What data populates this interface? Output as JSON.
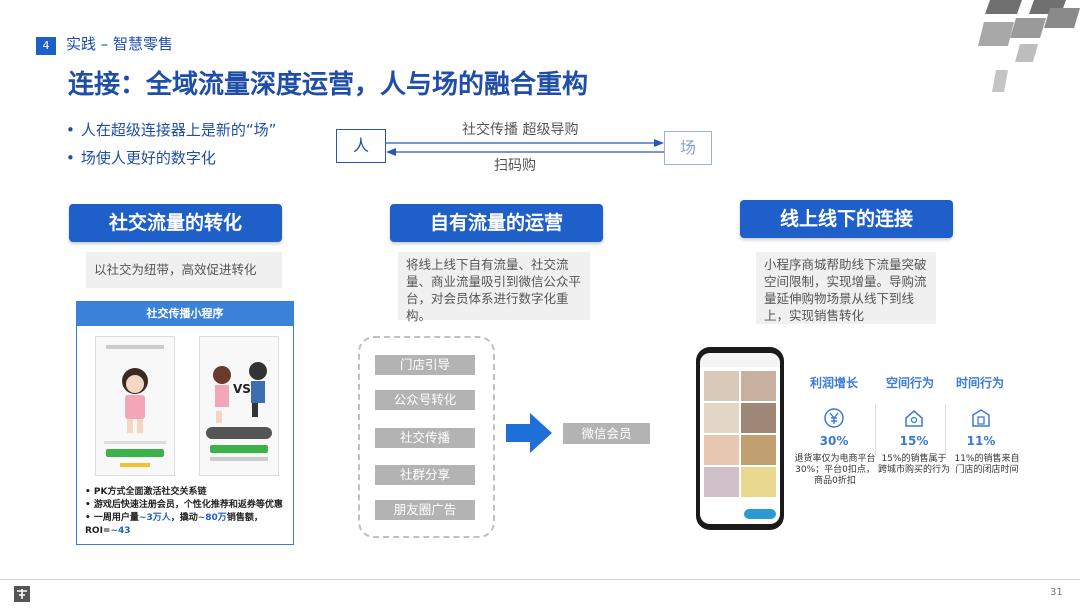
{
  "header": {
    "section_number": "4",
    "section_title": "实践 – 智慧零售",
    "title": "连接：全域流量深度运营，人与场的融合重构"
  },
  "bullets": [
    "人在超级连接器上是新的“场”",
    "场使人更好的数字化"
  ],
  "flow": {
    "person": "人",
    "place": "场",
    "top_label": "社交传播 超级导购",
    "bottom_label": "扫码购"
  },
  "columns": [
    {
      "title": "社交流量的转化",
      "desc": "以社交为纽带，高效促进转化"
    },
    {
      "title": "自有流量的运营",
      "desc": "将线上线下自有流量、社交流量、商业流量吸引到微信公众平台，对会员体系进行数字化重构。"
    },
    {
      "title": "线上线下的连接",
      "desc": "小程序商城帮助线下流量突破空间限制，实现增量。导购流量延伸购物场景从线下到线上，实现销售转化"
    }
  ],
  "social_panel": {
    "title": "社交传播小程序",
    "bullets": [
      {
        "text": "PK方式全面激活社交关系链"
      },
      {
        "text": "游戏后快速注册会员，个性化推荐和返券等优惠"
      },
      {
        "pre": "一周用户量",
        "h1": "~3万人",
        "mid": "，撬动",
        "h2": "~80万",
        "post": "销售额，",
        "line2": "ROI=",
        "h3": "~43"
      }
    ]
  },
  "channels": [
    "门店引导",
    "公众号转化",
    "社交传播",
    "社群分享",
    "朋友圈广告"
  ],
  "member_label": "微信会员",
  "stats": [
    {
      "heading": "利润增长",
      "value": "30%",
      "desc": "退货率仅为电商平台30%；平台0扣点，商品0折扣",
      "icon": "yen-icon"
    },
    {
      "heading": "空间行为",
      "value": "15%",
      "desc": "15%的销售属于跨城市购买的行为",
      "icon": "house-icon"
    },
    {
      "heading": "时间行为",
      "value": "11%",
      "desc": "11%的销售来自门店的闭店时间",
      "icon": "store-icon"
    }
  ],
  "page_number": "31",
  "colors": {
    "primary": "#1f5fc9",
    "title_blue": "#1f4ea8",
    "gray_box": "#b3b3b3"
  }
}
